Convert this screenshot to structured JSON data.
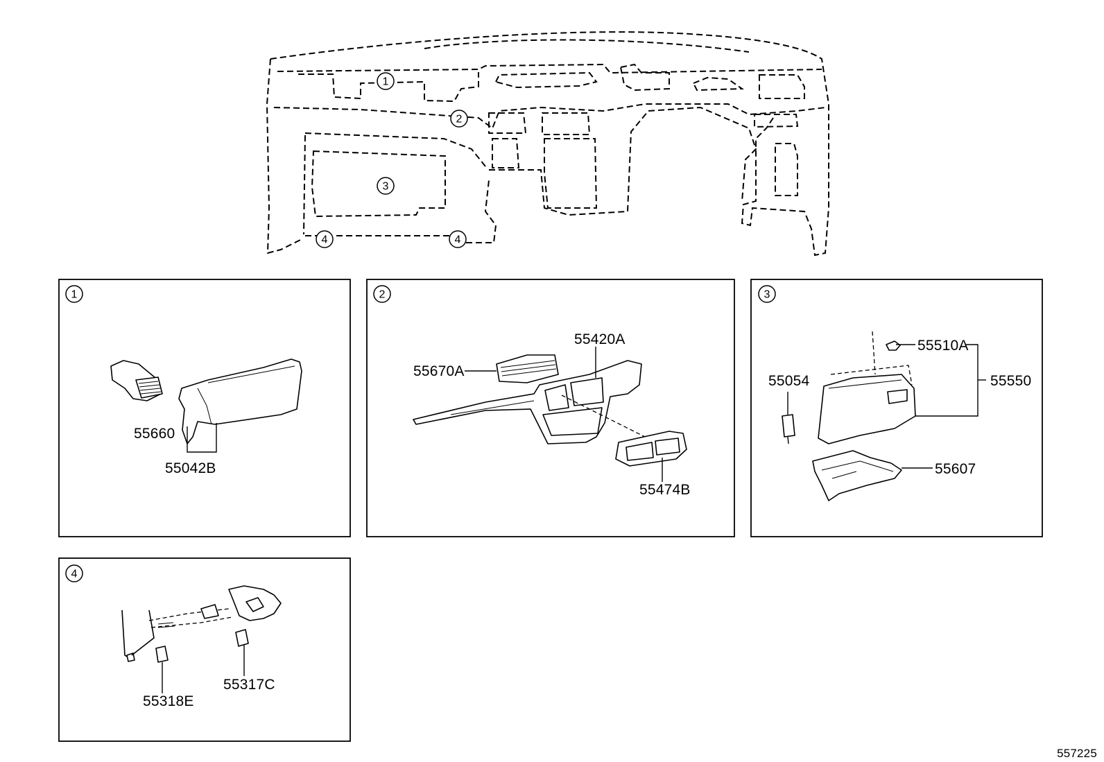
{
  "callouts": {
    "c1": "1",
    "c2": "2",
    "c3": "3",
    "c4": "4"
  },
  "panels": {
    "p1": {
      "number": "1",
      "labels": [
        "55660",
        "55042B"
      ]
    },
    "p2": {
      "number": "2",
      "labels": [
        "55420A",
        "55670A",
        "55474B"
      ]
    },
    "p3": {
      "number": "3",
      "labels": [
        "55510A",
        "55054",
        "55550",
        "55607"
      ]
    },
    "p4": {
      "number": "4",
      "labels": [
        "55318E",
        "55317C"
      ]
    }
  },
  "diagram_code": "557225"
}
